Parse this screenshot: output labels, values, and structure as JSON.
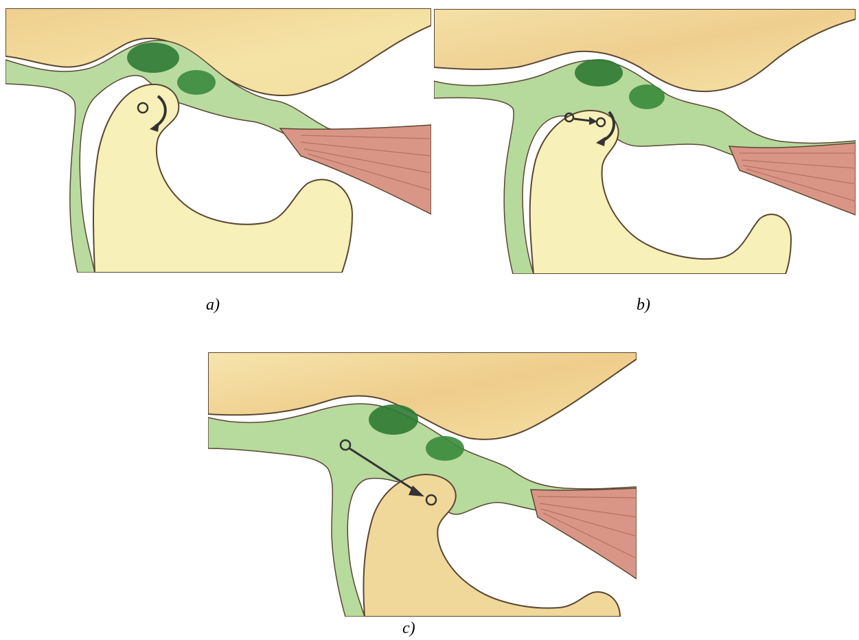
{
  "panels": [
    {
      "id": "a",
      "caption": "a)"
    },
    {
      "id": "b",
      "caption": "b)"
    },
    {
      "id": "c",
      "caption": "c)"
    }
  ],
  "colors": {
    "bone_light": "#f7f0b6",
    "bone_tan": "#f0d59a",
    "disc_green_light": "#b6d99a",
    "disc_green_mid": "#7fbf68",
    "disc_green_dark": "#2e7d32",
    "muscle": "#d9958a",
    "outline": "#5a4632",
    "arrow": "#333333"
  }
}
